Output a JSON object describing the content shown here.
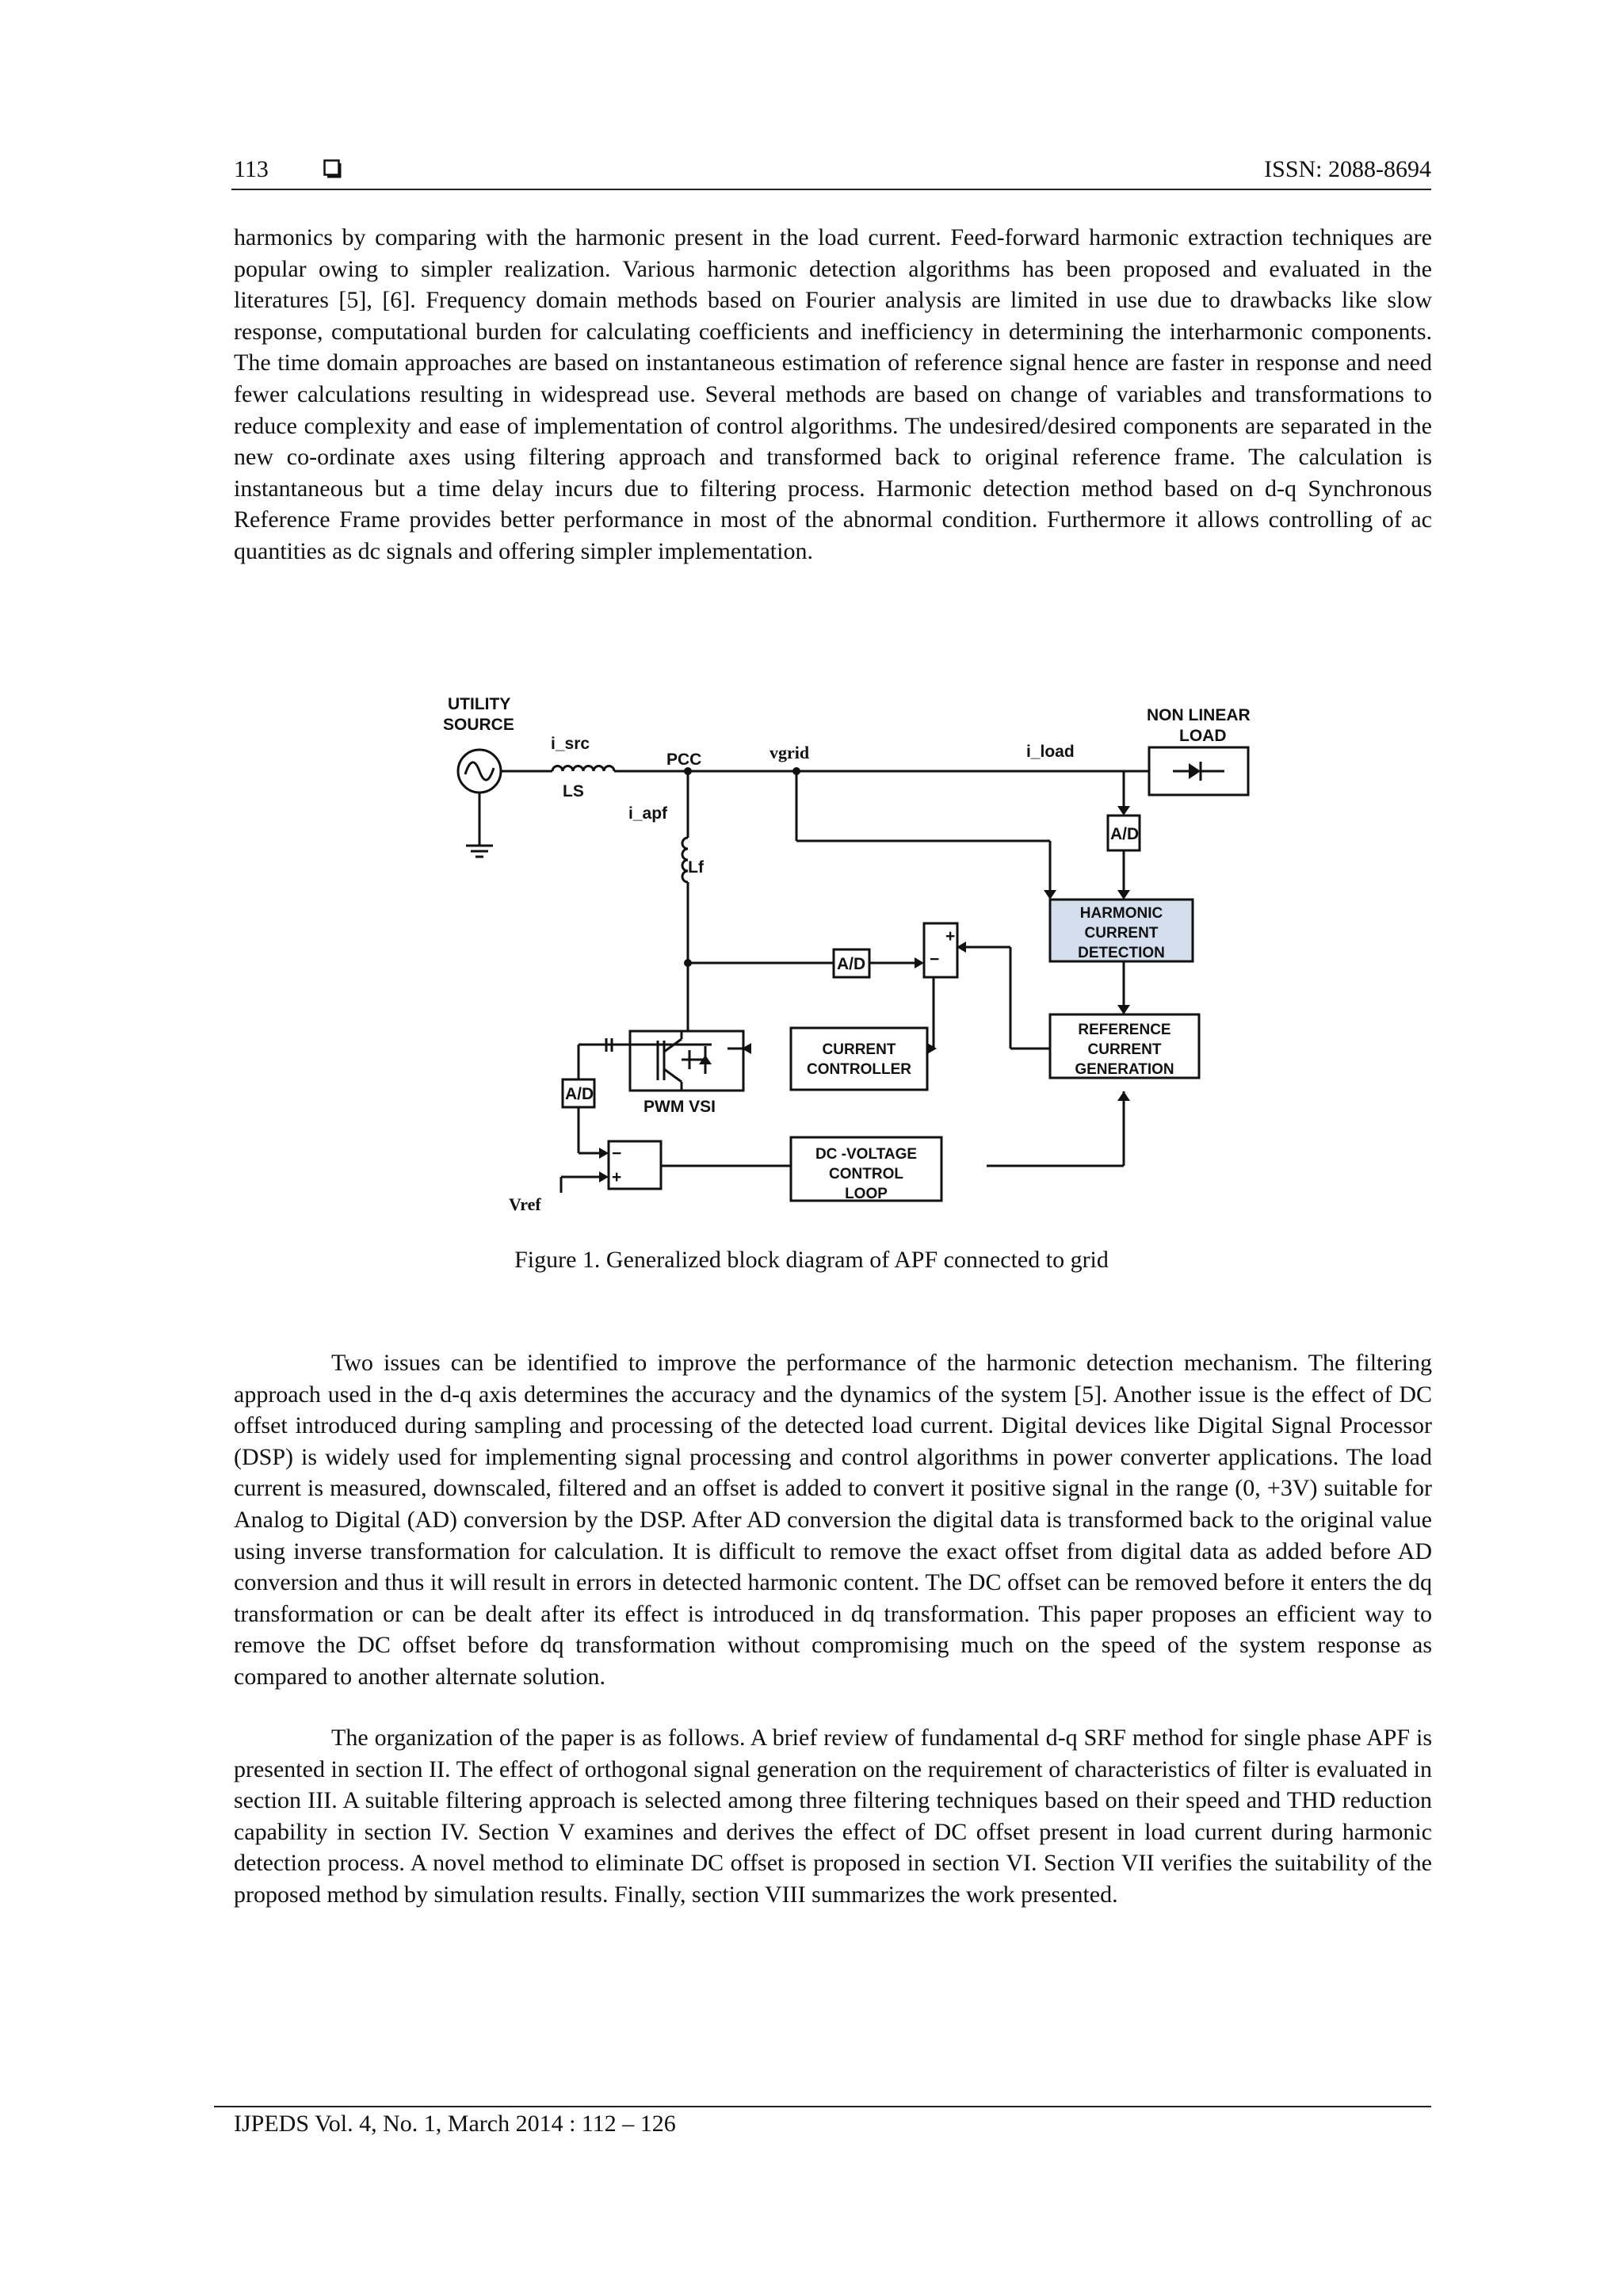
{
  "header": {
    "page_number": "113",
    "issn": "ISSN: 2088-8694"
  },
  "paragraphs": {
    "p1": "harmonics by comparing with the harmonic present in the load current.  Feed-forward harmonic extraction techniques are popular owing to simpler realization. Various harmonic detection algorithms has been proposed and evaluated in the literatures [5], [6]. Frequency domain methods based on Fourier analysis are limited in use due to drawbacks like slow response, computational burden for calculating coefficients and inefficiency in determining the interharmonic components. The time domain approaches are based on instantaneous estimation of reference signal hence are faster in response and need fewer calculations resulting in widespread use. Several methods are based on change of variables and transformations to reduce complexity and ease of implementation of control algorithms. The undesired/desired components are separated in the new co-ordinate axes using filtering approach and transformed back to original reference frame. The calculation is instantaneous but a time delay incurs due to filtering process. Harmonic detection method based on d-q Synchronous Reference Frame provides better performance in most of the abnormal condition. Furthermore it allows controlling of ac quantities as dc signals and offering simpler implementation.",
    "p2": "Two issues can be identified to improve the performance of the harmonic detection mechanism. The filtering approach used in the d-q axis determines the accuracy and the dynamics of the system [5]. Another issue is the effect of DC offset introduced during sampling and processing of the detected load current. Digital devices like Digital Signal Processor (DSP) is widely used for implementing signal processing and control algorithms in power converter applications. The load current is measured, downscaled, filtered and an offset is added to convert it positive signal in the range (0, +3V) suitable for Analog to Digital (AD) conversion by the DSP. After AD conversion the digital data is transformed back to the original value using inverse transformation for calculation. It is difficult to remove the exact offset from digital data as added before AD conversion and thus it will result in errors in detected harmonic content. The DC offset can be removed before it enters the dq transformation or can be dealt after its effect is introduced in dq transformation. This paper proposes an efficient way to remove the DC offset before dq transformation without compromising much on the speed of the system response as compared to another alternate solution.",
    "p3": "The organization of the paper is as follows. A brief review of fundamental d-q SRF method for single phase APF is presented in section II.  The effect of orthogonal signal generation on the requirement of characteristics of filter is evaluated in section III. A suitable filtering approach is selected among three filtering techniques based on their speed and THD reduction capability in section IV. Section V examines and derives the effect of DC offset present in load current during harmonic detection process. A novel method to eliminate DC offset is proposed in section VI. Section VII verifies the suitability of the proposed method by simulation results. Finally, section VIII summarizes the work presented."
  },
  "figure": {
    "caption": "Figure 1. Generalized block diagram of APF connected to grid",
    "labels": {
      "utility": "UTILITY",
      "source": "SOURCE",
      "i_src": "i_src",
      "ls": "LS",
      "pcc": "PCC",
      "vgrid": "vgrid",
      "i_load": "i_load",
      "nonlinear": "NON LINEAR",
      "load": "LOAD",
      "i_apf": "i_apf",
      "lf": "Lf",
      "ad": "A/D",
      "plus": "+",
      "minus": "−",
      "pwm": "PWM VSI",
      "vref": "Vref"
    },
    "blocks": {
      "hcd": [
        "HARMONIC",
        "CURRENT",
        "DETECTION"
      ],
      "rcg": [
        "REFERENCE",
        "CURRENT",
        "GENERATION"
      ],
      "cc": [
        "CURRENT",
        "CONTROLLER"
      ],
      "dcv": [
        "DC -VOLTAGE",
        "CONTROL",
        "LOOP"
      ]
    },
    "colors": {
      "highlight_block": "#d4dfee",
      "line": "#111111"
    }
  },
  "footer": {
    "citation": "IJPEDS Vol. 4, No. 1, March 2014 :  112 – 126"
  }
}
